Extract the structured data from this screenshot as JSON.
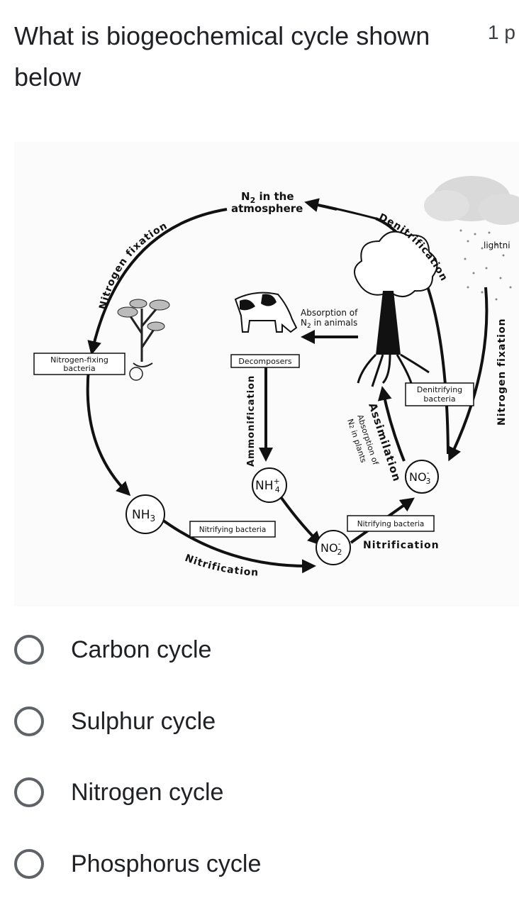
{
  "question": {
    "title": "What is biogeochemical cycle shown below",
    "points": "1 p"
  },
  "diagram": {
    "n2_atmosphere_line1": "N",
    "n2_atmosphere_sub": "2",
    "n2_atmosphere_line1b": " in the",
    "n2_atmosphere_line2": "atmosphere",
    "nitrogen_fixation_left": "Nitrogen fixation",
    "nitrogen_fixation_right": "Nitrogen fixation",
    "denitrification": "Denitrification",
    "lightning": "lightni",
    "absorption_animals_line1": "Absorption of",
    "absorption_animals_line2": "N",
    "absorption_animals_sub": "2",
    "absorption_animals_line2b": " in animals",
    "nitrogen_fixing_bacteria_line1": "Nitrogen-fixing",
    "nitrogen_fixing_bacteria_line2": "bacteria",
    "decomposers": "Decomposers",
    "ammonification": "Ammonification",
    "denitrifying_bacteria_line1": "Denitrifying",
    "denitrifying_bacteria_line2": "bacteria",
    "assimilation": "Assimilation",
    "absorption_plants_line1": "Absorption of",
    "absorption_plants_line2": "N",
    "absorption_plants_sub": "2",
    "absorption_plants_line2b": " in plants",
    "nh4": "NH",
    "nh4_sup": "+",
    "nh4_sub": "4",
    "no3": "NO",
    "no3_sup": "-",
    "no3_sub": "3",
    "nh3": "NH",
    "nh3_sub": "3",
    "no2": "NO",
    "no2_sup": "-",
    "no2_sub": "2",
    "nitrifying_bacteria_left": "Nitrifying bacteria",
    "nitrifying_bacteria_right": "Nitrifying bacteria",
    "nitrification_right": "Nitrification",
    "nitrification_bottom": "Nitrification"
  },
  "options": [
    {
      "label": "Carbon cycle"
    },
    {
      "label": "Sulphur cycle"
    },
    {
      "label": "Nitrogen cycle"
    },
    {
      "label": "Phosphorus cycle"
    }
  ],
  "colors": {
    "text": "#202124",
    "radio_border": "#5f6368"
  }
}
